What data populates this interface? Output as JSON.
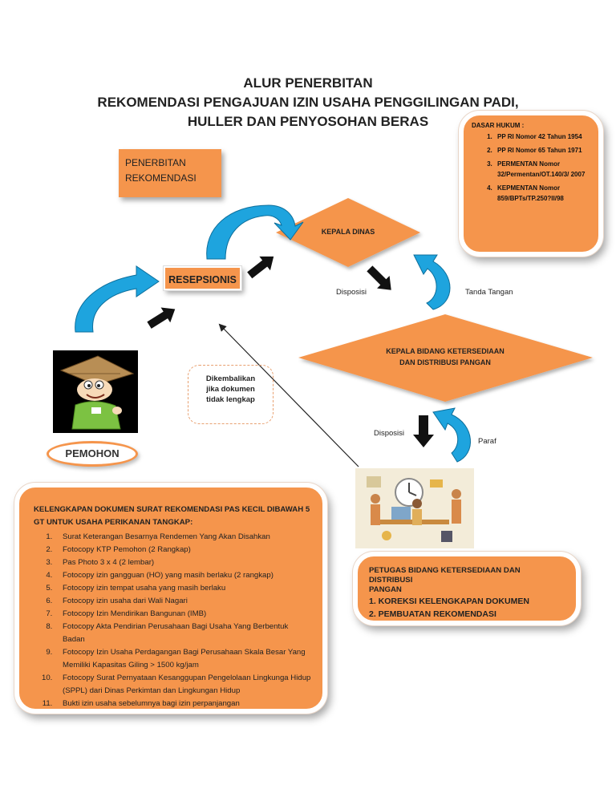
{
  "title": {
    "line1": "ALUR PENERBITAN",
    "line2": "REKOMENDASI PENGAJUAN IZIN USAHA PENGGILINGAN PADI,",
    "line3": "HULLER DAN PENYOSOHAN BERAS"
  },
  "nodes": {
    "penerbitan_line1": "PENERBITAN",
    "penerbitan_line2": "REKOMENDASI",
    "kepala_dinas": "KEPALA DINAS",
    "resepsionis": "RESEPSIONIS",
    "kepala_bidang_line1": "KEPALA BIDANG KETERSEDIAAN",
    "kepala_bidang_line2": "DAN DISTRIBUSI PANGAN",
    "pemohon": "PEMOHON"
  },
  "edge_labels": {
    "disposisi_1": "Disposisi",
    "tanda_tangan": "Tanda Tangan",
    "disposisi_2": "Disposisi",
    "paraf": "Paraf",
    "dikembalikan_line1": "Dikembalikan",
    "dikembalikan_line2": "jika dokumen",
    "dikembalikan_line3": "tidak lengkap"
  },
  "dasar_hukum": {
    "heading": "DASAR HUKUM :",
    "items": [
      "PP RI Nomor 42 Tahun 1954",
      "PP RI Nomor 65 Tahun 1971",
      "PERMENTAN Nomor 32/Permentan/OT.140/3/ 2007",
      "KEPMENTAN Nomor 859/BPTs/TP.250?II/98"
    ]
  },
  "kelengkapan": {
    "heading_line1": "KELENGKAPAN DOKUMEN SURAT REKOMENDASI PAS KECIL DIBAWAH 5",
    "heading_line2": "GT  UNTUK USAHA PERIKANAN TANGKAP:",
    "items": [
      "Surat Keterangan Besarnya Rendemen Yang Akan Disahkan",
      "Fotocopy KTP Pemohon (2 Rangkap)",
      "Pas Photo 3 x 4 (2 lembar)",
      "Fotocopy izin gangguan (HO) yang masih berlaku (2 rangkap)",
      "Fotocopy izin tempat usaha yang masih berlaku",
      "Fotocopy izin usaha dari Wali Nagari",
      "Fotocopy Izin Mendirikan Bangunan (IMB)",
      "Fotocopy Akta Pendirian Perusahaan Bagi Usaha Yang Berbentuk Badan",
      "Fotocopy Izin Usaha Perdagangan Bagi Perusahaan Skala Besar Yang Memiliki Kapasitas Giling > 1500 kg/jam",
      "Fotocopy Surat Pernyataan Kesanggupan Pengelolaan Lingkunga Hidup (SPPL) dari Dinas Perkimtan dan Lingkungan Hidup",
      "Bukti izin usaha sebelumnya bagi izin perpanjangan"
    ]
  },
  "petugas": {
    "heading_line1": "PETUGAS BIDANG KETERSEDIAAN DAN DISTRIBUSI",
    "heading_line2": "PANGAN",
    "item1": "1. KOREKSI KELENGKAPAN DOKUMEN",
    "item2": "2. PEMBUATAN REKOMENDASI"
  },
  "colors": {
    "orange": "#f5954c",
    "blue_arrow": "#1ea4de",
    "black_arrow": "#111111"
  }
}
